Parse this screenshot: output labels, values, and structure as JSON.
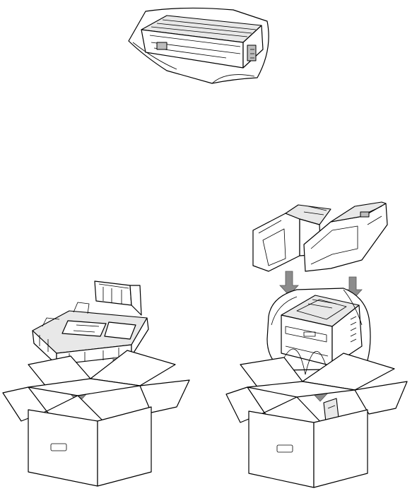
{
  "figure": {
    "colors": {
      "line": "#000000",
      "arrow": "#8c8c8c",
      "foam_shade": "#e8e8e8",
      "background": "#ffffff"
    },
    "parts": [
      "drum-unit-in-bag",
      "foam-tray",
      "foam-end-pieces",
      "printer-in-bag",
      "carton-left",
      "carton-right"
    ]
  }
}
